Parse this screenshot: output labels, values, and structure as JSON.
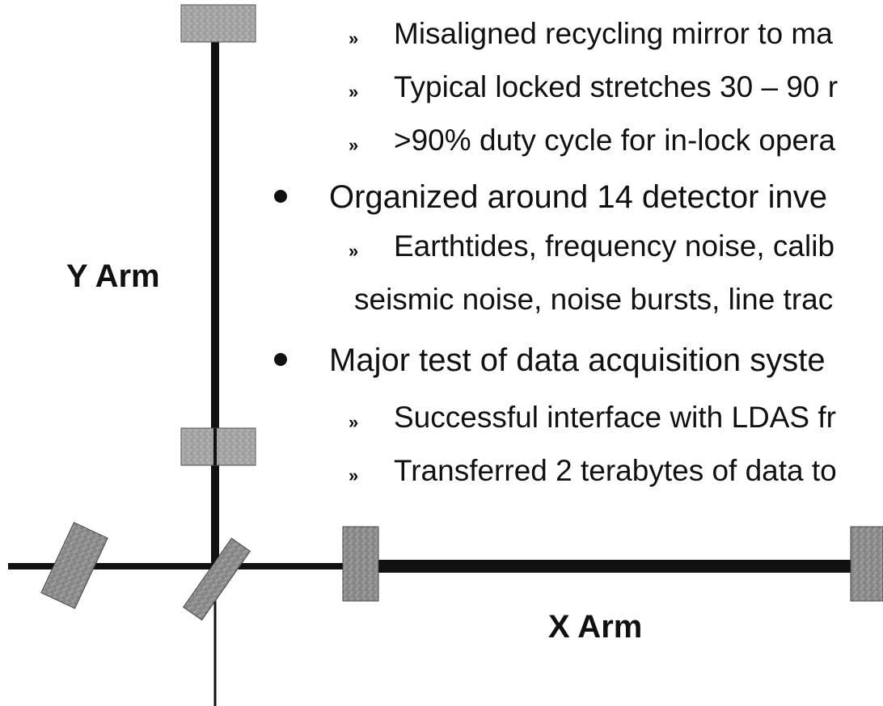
{
  "labels": {
    "y_arm": "Y Arm",
    "x_arm": "X Arm"
  },
  "markers": {
    "sub": "»"
  },
  "bullets": [
    "Misaligned recycling mirror to ma",
    "Typical locked stretches 30 – 90 r",
    ">90% duty cycle for in-lock opera",
    "Organized around 14 detector inve",
    "Earthtides, frequency noise, calib",
    "seismic noise, noise bursts, line trac",
    "Major test of data acquisition syste",
    "Successful interface with LDAS fr",
    "Transferred 2 terabytes of data to"
  ],
  "colors": {
    "beam": "#111111",
    "mirror_fill": "#8c8c8c",
    "mirror_light": "#b7b7b7",
    "background": "#ffffff"
  }
}
